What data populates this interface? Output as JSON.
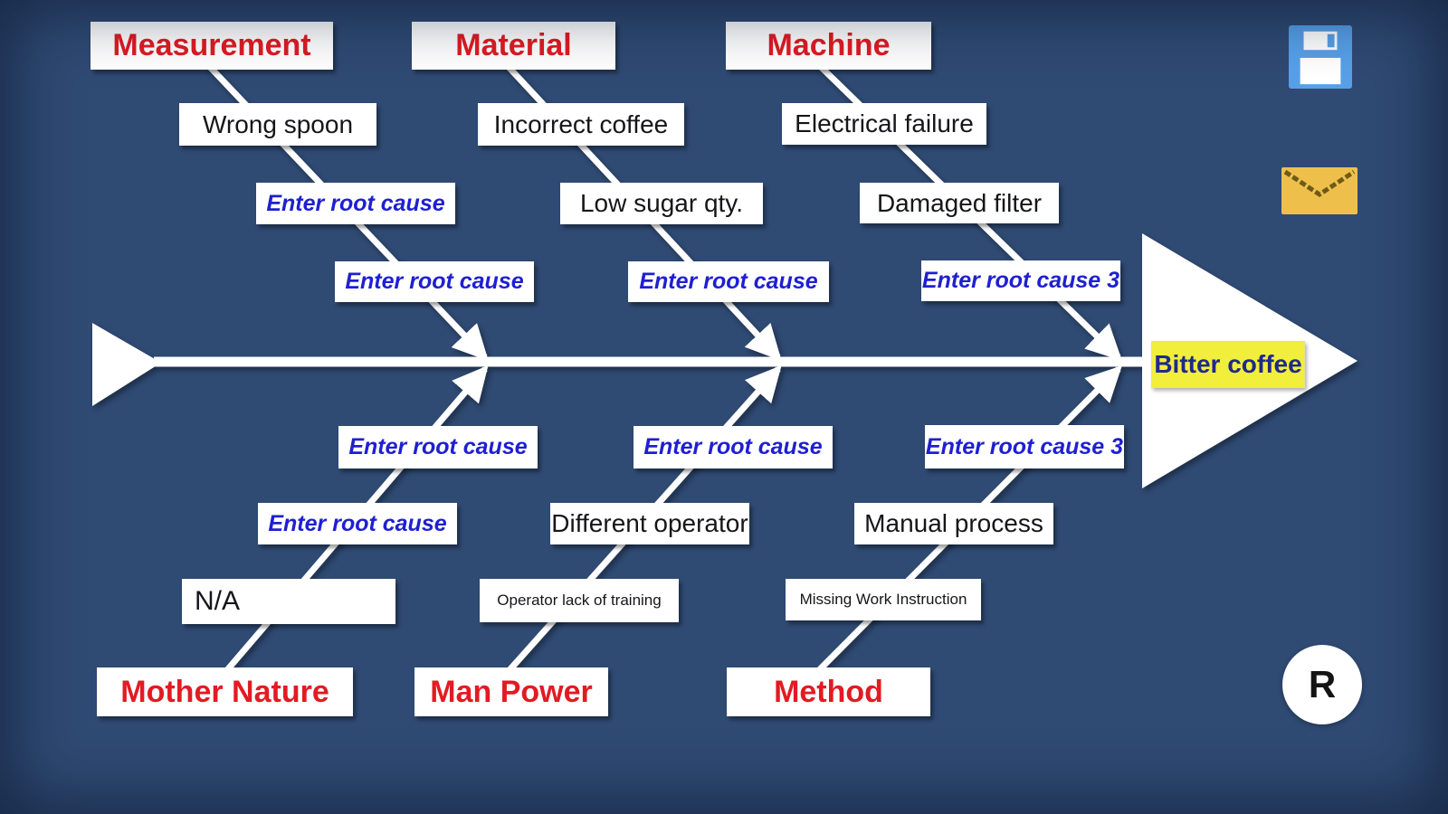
{
  "app": {
    "background_color": "#2f4a73",
    "accent_red": "#e21b23",
    "placeholder_blue": "#1f1fd1",
    "effect_yellow": "#f2ee3c"
  },
  "toolbar": {
    "icons": [
      {
        "name": "save-icon",
        "shape": "floppy-disk",
        "color": "#58a0e8"
      },
      {
        "name": "mail-icon",
        "shape": "envelope",
        "color": "#eec04b"
      }
    ]
  },
  "fab": {
    "label": "R"
  },
  "effect": {
    "label": "Bitter coffee"
  },
  "branches": {
    "top": [
      {
        "category": "Measurement",
        "causes": [
          {
            "text": "Wrong spoon",
            "type": "cause"
          },
          {
            "text": "Enter root cause",
            "type": "placeholder"
          },
          {
            "text": "Enter root cause",
            "type": "placeholder"
          }
        ]
      },
      {
        "category": "Material",
        "causes": [
          {
            "text": "Incorrect coffee",
            "type": "cause"
          },
          {
            "text": "Low sugar qty.",
            "type": "cause"
          },
          {
            "text": "Enter root cause",
            "type": "placeholder"
          }
        ]
      },
      {
        "category": "Machine",
        "causes": [
          {
            "text": "Electrical failure",
            "type": "cause"
          },
          {
            "text": "Damaged filter",
            "type": "cause"
          },
          {
            "text": "Enter root cause 3",
            "type": "placeholder"
          }
        ]
      }
    ],
    "bottom": [
      {
        "category": "Mother Nature",
        "causes": [
          {
            "text": "Enter root cause",
            "type": "placeholder"
          },
          {
            "text": "Enter root cause",
            "type": "placeholder"
          },
          {
            "text": "N/A",
            "type": "cause"
          }
        ]
      },
      {
        "category": "Man Power",
        "causes": [
          {
            "text": "Enter root cause",
            "type": "placeholder"
          },
          {
            "text": "Different operator",
            "type": "cause"
          },
          {
            "text": "Operator lack of training",
            "type": "cause-small"
          }
        ]
      },
      {
        "category": "Method",
        "causes": [
          {
            "text": "Enter root cause 3",
            "type": "placeholder"
          },
          {
            "text": "Manual process",
            "type": "cause"
          },
          {
            "text": "Missing Work Instruction",
            "type": "cause-small"
          }
        ]
      }
    ]
  }
}
